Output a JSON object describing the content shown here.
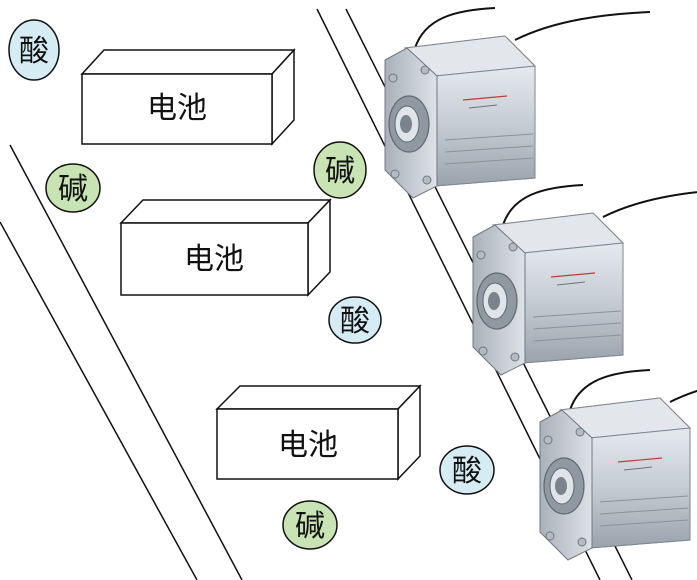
{
  "colors": {
    "acid_fill": "#d6ecf4",
    "base_fill": "#c8e3b4",
    "outline": "#111111",
    "cylinder_body": "#c9d0d8",
    "cylinder_dark": "#8a939c"
  },
  "batteries": [
    {
      "label": "电池"
    },
    {
      "label": "电池"
    },
    {
      "label": "电池"
    }
  ],
  "chemicals": [
    {
      "label": "酸",
      "kind": "acid"
    },
    {
      "label": "碱",
      "kind": "base"
    },
    {
      "label": "碱",
      "kind": "base"
    },
    {
      "label": "酸",
      "kind": "acid"
    },
    {
      "label": "酸",
      "kind": "acid"
    },
    {
      "label": "碱",
      "kind": "base"
    }
  ],
  "cylinders": [
    {
      "icon": "pneumatic-cylinder-icon"
    },
    {
      "icon": "pneumatic-cylinder-icon"
    },
    {
      "icon": "pneumatic-cylinder-icon"
    }
  ]
}
